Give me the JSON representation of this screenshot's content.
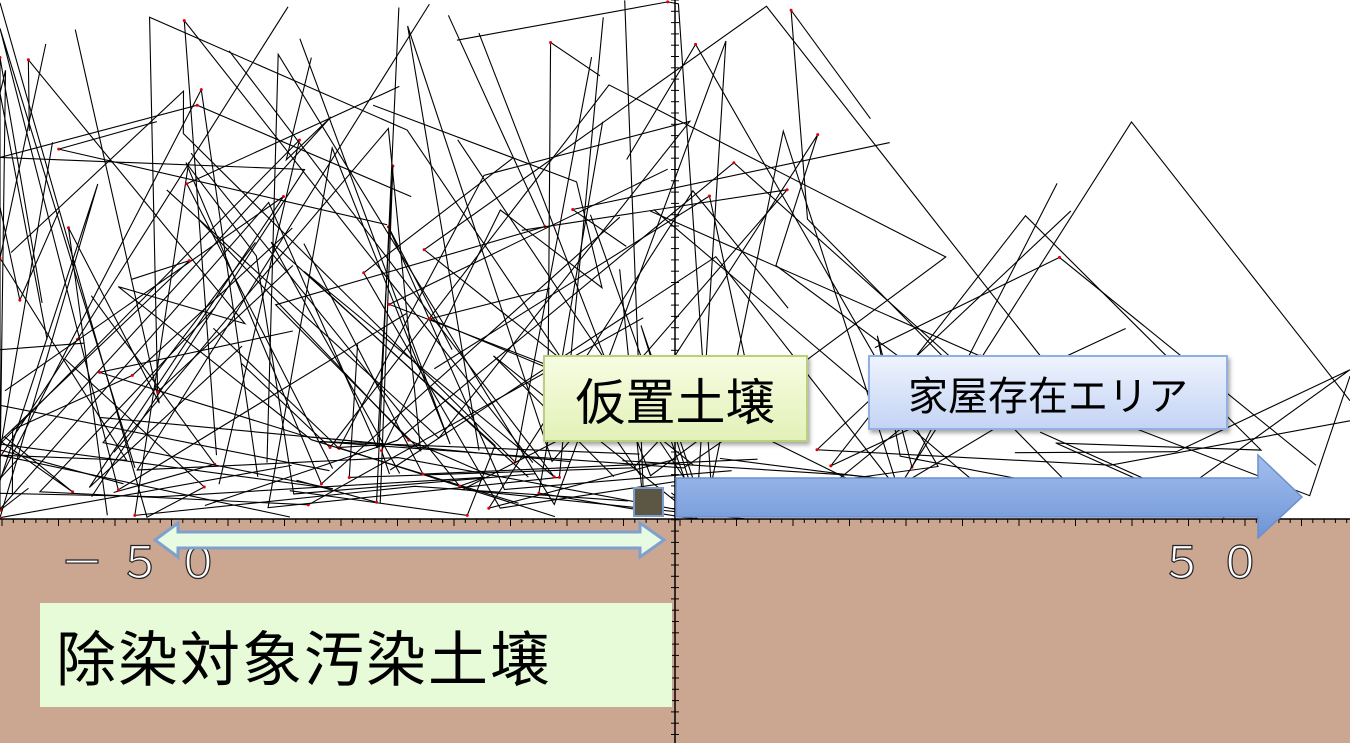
{
  "axis": {
    "x_tick_labels": [
      "－５０",
      "５０"
    ]
  },
  "labels": {
    "temporary_soil": "仮置土壌",
    "house_area": "家屋存在エリア",
    "decontamination_soil": "除染対象汚染土壌"
  },
  "colors": {
    "ground": "#cba792",
    "trajectory": "#000000",
    "point": "#e00000",
    "blue_arrow": "#7fa3dc",
    "green_label": "#e8fbd9",
    "soil_square": "#5b5744"
  }
}
